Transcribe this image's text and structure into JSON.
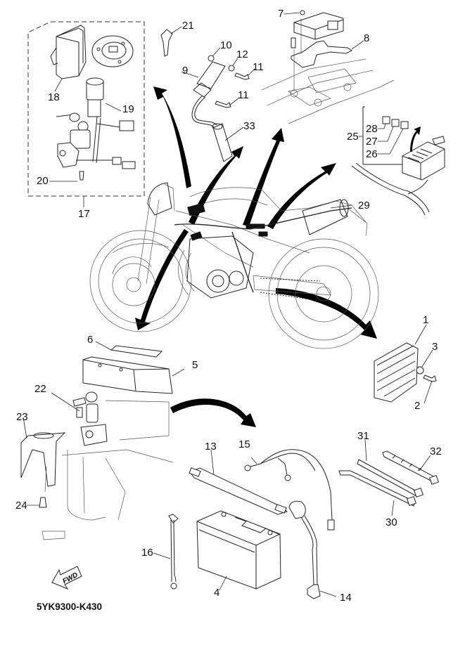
{
  "diagram": {
    "title": "Electrical parts exploded view",
    "part_code": "5YK9300-K430",
    "fwd_label": "FWD",
    "callouts": [
      {
        "id": "1",
        "label": "1"
      },
      {
        "id": "2",
        "label": "2"
      },
      {
        "id": "3",
        "label": "3"
      },
      {
        "id": "4",
        "label": "4"
      },
      {
        "id": "5",
        "label": "5"
      },
      {
        "id": "6",
        "label": "6"
      },
      {
        "id": "7",
        "label": "7"
      },
      {
        "id": "8",
        "label": "8"
      },
      {
        "id": "9",
        "label": "9"
      },
      {
        "id": "10",
        "label": "10"
      },
      {
        "id": "11a",
        "label": "11"
      },
      {
        "id": "11b",
        "label": "11"
      },
      {
        "id": "12",
        "label": "12"
      },
      {
        "id": "13",
        "label": "13"
      },
      {
        "id": "14",
        "label": "14"
      },
      {
        "id": "15",
        "label": "15"
      },
      {
        "id": "16",
        "label": "16"
      },
      {
        "id": "17",
        "label": "17"
      },
      {
        "id": "18",
        "label": "18"
      },
      {
        "id": "19",
        "label": "19"
      },
      {
        "id": "20",
        "label": "20"
      },
      {
        "id": "21",
        "label": "21"
      },
      {
        "id": "22",
        "label": "22"
      },
      {
        "id": "23",
        "label": "23"
      },
      {
        "id": "24",
        "label": "24"
      },
      {
        "id": "25",
        "label": "25"
      },
      {
        "id": "26",
        "label": "26"
      },
      {
        "id": "27",
        "label": "27"
      },
      {
        "id": "28",
        "label": "28"
      },
      {
        "id": "29",
        "label": "29"
      },
      {
        "id": "30",
        "label": "30"
      },
      {
        "id": "31",
        "label": "31"
      },
      {
        "id": "32",
        "label": "32"
      },
      {
        "id": "33",
        "label": "33"
      }
    ]
  }
}
